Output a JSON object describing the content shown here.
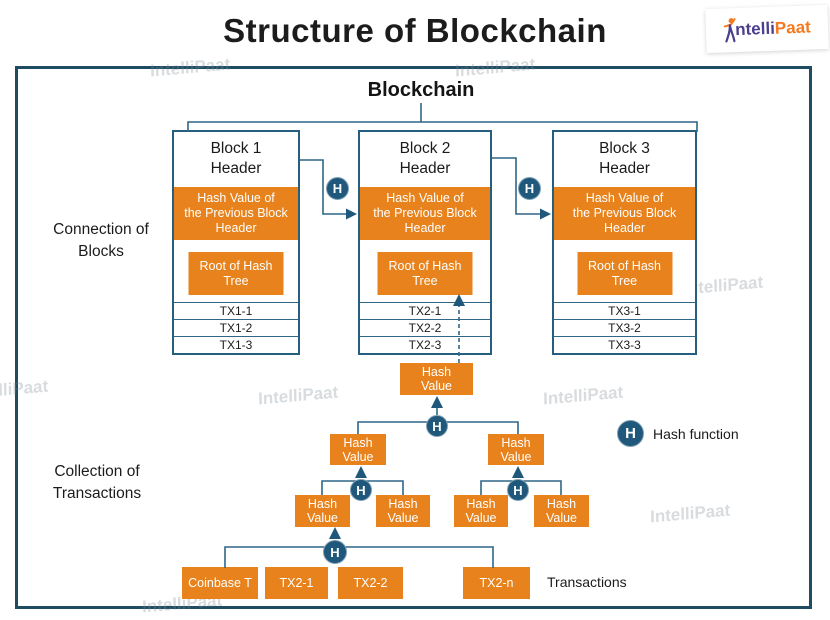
{
  "title": "Structure of Blockchain",
  "logo": {
    "text_left": "ntelli",
    "text_right": "Paat"
  },
  "labels": {
    "root": "Blockchain",
    "connection": "Connection of\nBlocks",
    "collection": "Collection of\nTransactions",
    "transactions": "Transactions",
    "legend": "Hash function",
    "h": "H",
    "hash_value": "Hash\nValue",
    "watermark": "IntelliPaat"
  },
  "blocks": [
    {
      "header": "Block 1\nHeader",
      "prev_hash": "Hash Value of\nthe Previous Block\nHeader",
      "root_hash": "Root of Hash\nTree",
      "txs": [
        "TX1-1",
        "TX1-2",
        "TX1-3"
      ]
    },
    {
      "header": "Block 2\nHeader",
      "prev_hash": "Hash Value of\nthe Previous Block\nHeader",
      "root_hash": "Root of Hash\nTree",
      "txs": [
        "TX2-1",
        "TX2-2",
        "TX2-3"
      ]
    },
    {
      "header": "Block 3\nHeader",
      "prev_hash": "Hash Value of\nthe Previous Block\nHeader",
      "root_hash": "Root of Hash\nTree",
      "txs": [
        "TX3-1",
        "TX3-2",
        "TX3-3"
      ]
    }
  ],
  "transactions": [
    "Coinbase T",
    "TX2-1",
    "TX2-2",
    "TX2-n"
  ],
  "colors": {
    "orange": "#E8821C",
    "node_blue": "#1F587A",
    "line_blue": "#2E6787",
    "frame_blue": "#1E4D63"
  }
}
